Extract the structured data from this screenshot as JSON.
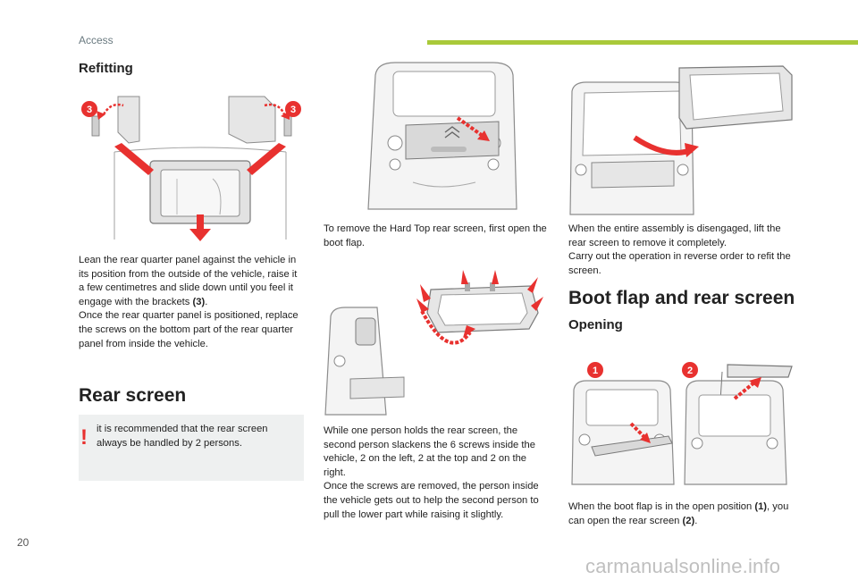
{
  "header": {
    "section": "Access",
    "accent_color": "#a9c93a"
  },
  "refitting": {
    "title": "Refitting",
    "callout_left": "3",
    "callout_right": "3",
    "text_part1": "Lean the rear quarter panel against the vehicle in its position from the outside of the vehicle, raise it a few centimetres and slide down until you feel it engage with the brackets ",
    "text_ref": "(3)",
    "text_part2": ".",
    "text_line2": "Once the rear quarter panel is positioned, replace the screws on the bottom part of the rear quarter panel from inside the vehicle."
  },
  "rear_screen": {
    "title": "Rear screen",
    "warning_icon": "exclamation-icon",
    "warning_text": "it is recommended that the rear screen always be handled by 2 persons.",
    "step1_text": "To remove the Hard Top rear screen, first open the boot flap.",
    "step2_line1": "While one person holds the rear screen, the second person slackens the 6 screws inside the vehicle, 2 on the left, 2 at the top and 2 on the right.",
    "step2_line2": "Once the screws are removed, the person inside the vehicle gets out to help the second person to pull the lower part while raising it slightly.",
    "step3_line1": "When the entire assembly is disengaged, lift the rear screen to remove it completely.",
    "step3_line2": "Carry out the operation in reverse order to refit the screen."
  },
  "boot_flap": {
    "title": "Boot flap and rear screen",
    "opening_title": "Opening",
    "callout_1": "1",
    "callout_2": "2",
    "text_part1": "When the boot flap is in the open position ",
    "text_ref1": "(1)",
    "text_part2": ", you can open the rear screen ",
    "text_ref2": "(2)",
    "text_part3": "."
  },
  "footer": {
    "page_number": "20",
    "watermark": "carmanualsonline.info"
  },
  "colors": {
    "arrow_red": "#e8312f",
    "line_gray": "#8c8c8c",
    "panel_gray": "#d9d9d9"
  }
}
